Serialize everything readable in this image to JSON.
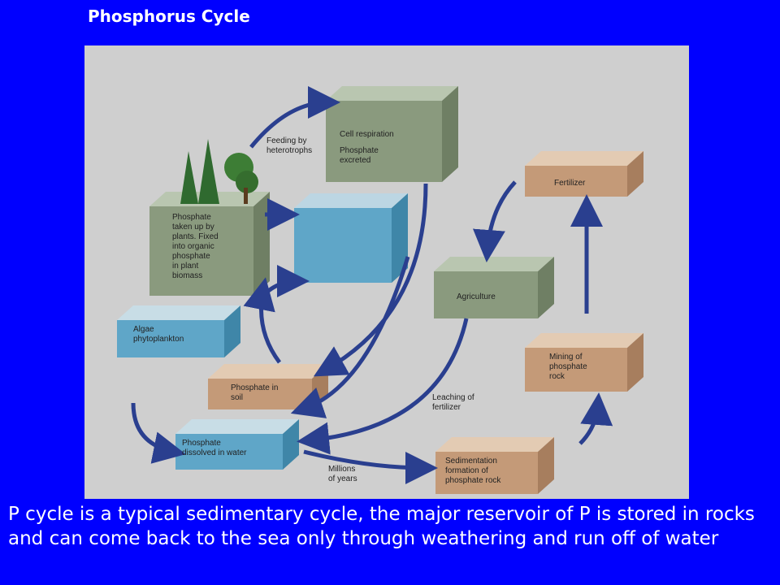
{
  "title": "Phosphorus Cycle",
  "diagram": {
    "feeding": "Feeding by\nheterotrophs",
    "respiration": "Cell respiration",
    "excreted": "Phosphate\nexcreted",
    "plants": "Phosphate\ntaken up by\nplants. Fixed\ninto organic\nphosphate\nin plant\nbiomass",
    "algae": "Algae\nphytoplankton",
    "soil": "Phosphate in\nsoil",
    "water": "Phosphate\ndissolved in water",
    "millions": "Millions\nof years",
    "sedimentation": "Sedimentation\nformation of\nphosphate rock",
    "leaching": "Leaching of\nfertilizer",
    "agriculture": "Agriculture",
    "fertilizer": "Fertilizer",
    "mining": "Mining of\nphosphate\nrock"
  },
  "caption": "P cycle is a typical sedimentary cycle, the major reservoir of P is stored in rocks and can come back to the sea only through weathering and run off of water"
}
